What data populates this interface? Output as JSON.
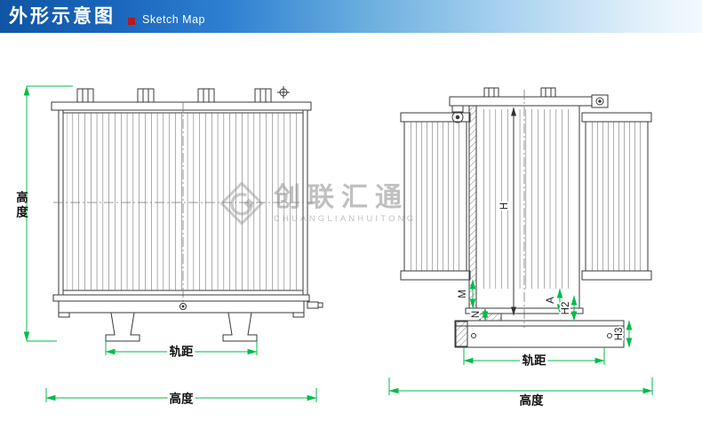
{
  "header": {
    "title": "外形示意图",
    "subtitle": "Sketch Map"
  },
  "watermark": {
    "brand": "创联汇通",
    "brand_latin": "CHUANGLIANHUITONG"
  },
  "front_view": {
    "height_label": "高度",
    "gauge_label": "轨距",
    "width_label": "高度"
  },
  "side_view": {
    "h_label": "H",
    "m_label": "M",
    "n_label": "N",
    "a_label": "A",
    "h2_label": "H2",
    "h3_label": "H3",
    "gauge_label": "轨距",
    "width_label": "高度"
  },
  "colors": {
    "dimension_green": "#00bc4a",
    "drawing_line": "#3a3a3a",
    "header_blue": "#0f55a4",
    "accent_red": "#b5191f"
  }
}
